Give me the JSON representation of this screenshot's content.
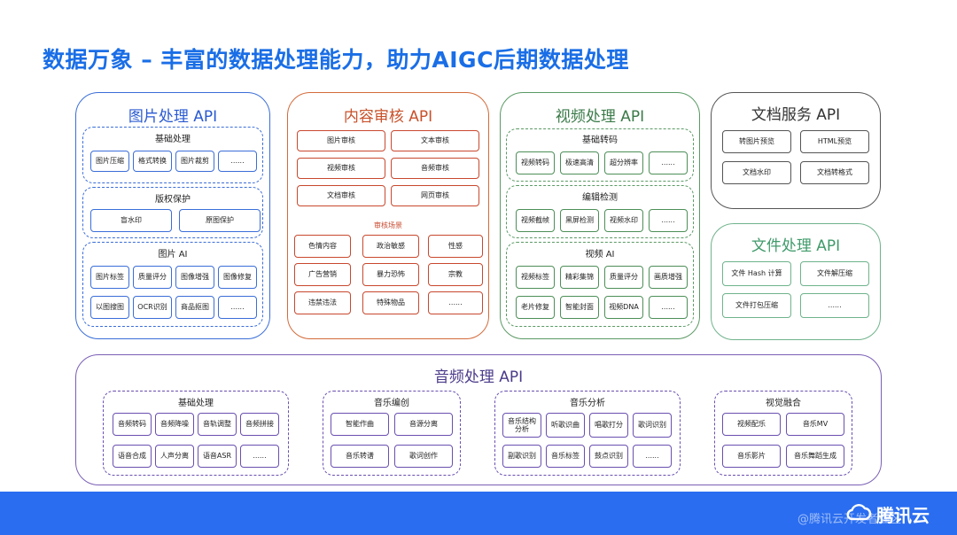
{
  "slide": {
    "title": "数据万象 – 丰富的数据处理能力，助力AIGC后期数据处理"
  },
  "image_api": {
    "title": "图片处理 API",
    "basic": {
      "label": "基础处理",
      "items": [
        "图片压缩",
        "格式转换",
        "图片裁剪",
        "......"
      ]
    },
    "copyright": {
      "label": "版权保护",
      "items": [
        "盲水印",
        "原图保护"
      ]
    },
    "ai": {
      "label": "图片 AI",
      "items": [
        "图片标签",
        "质量评分",
        "图像增强",
        "图像修复",
        "以图搜图",
        "OCR识别",
        "商品抠图",
        "......"
      ]
    }
  },
  "moderation_api": {
    "title": "内容审核 API",
    "items": [
      "图片审核",
      "文本审核",
      "视频审核",
      "音频审核",
      "文档审核",
      "网页审核"
    ],
    "scenes": {
      "label": "审核场景",
      "items": [
        "色情内容",
        "政治敏感",
        "性感",
        "广告营销",
        "暴力恐怖",
        "宗教",
        "违禁违法",
        "特殊物品",
        "......"
      ]
    }
  },
  "video_api": {
    "title": "视频处理 API",
    "basic": {
      "label": "基础转码",
      "items": [
        "视频转码",
        "极速高清",
        "超分辨率",
        "......"
      ]
    },
    "edit": {
      "label": "编辑检测",
      "items": [
        "视频截帧",
        "黑屏检测",
        "视频水印",
        "......"
      ]
    },
    "ai": {
      "label": "视频 AI",
      "items": [
        "视频标签",
        "精彩集锦",
        "质量评分",
        "画质增强",
        "老片修复",
        "智能封面",
        "视频DNA",
        "......"
      ]
    }
  },
  "doc_api": {
    "title": "文档服务 API",
    "items": [
      "转图片预览",
      "HTML预览",
      "文档水印",
      "文档转格式"
    ]
  },
  "file_api": {
    "title": "文件处理 API",
    "items": [
      "文件 Hash 计算",
      "文件解压缩",
      "文件打包压缩",
      "......"
    ]
  },
  "audio_api": {
    "title": "音频处理 API",
    "basic": {
      "label": "基础处理",
      "items": [
        "音频转码",
        "音频降噪",
        "音轨调整",
        "音频拼接",
        "语音合成",
        "人声分离",
        "语音ASR",
        "......"
      ]
    },
    "music_create": {
      "label": "音乐编创",
      "items": [
        "智能作曲",
        "音源分离",
        "音乐转谱",
        "歌词创作"
      ]
    },
    "music_analysis": {
      "label": "音乐分析",
      "items": [
        "音乐结构分析",
        "听歌识曲",
        "唱歌打分",
        "歌词识别",
        "副歌识别",
        "音乐标签",
        "鼓点识别",
        "......"
      ]
    },
    "visual_fusion": {
      "label": "视觉融合",
      "items": [
        "视频配乐",
        "音乐MV",
        "音乐影片",
        "音乐舞蹈生成"
      ]
    }
  },
  "footer": {
    "logo_text": "腾讯云",
    "watermark": "@腾讯云开发者社区",
    "logo_icon": "cloud-icon",
    "color": "#2a6df0"
  }
}
